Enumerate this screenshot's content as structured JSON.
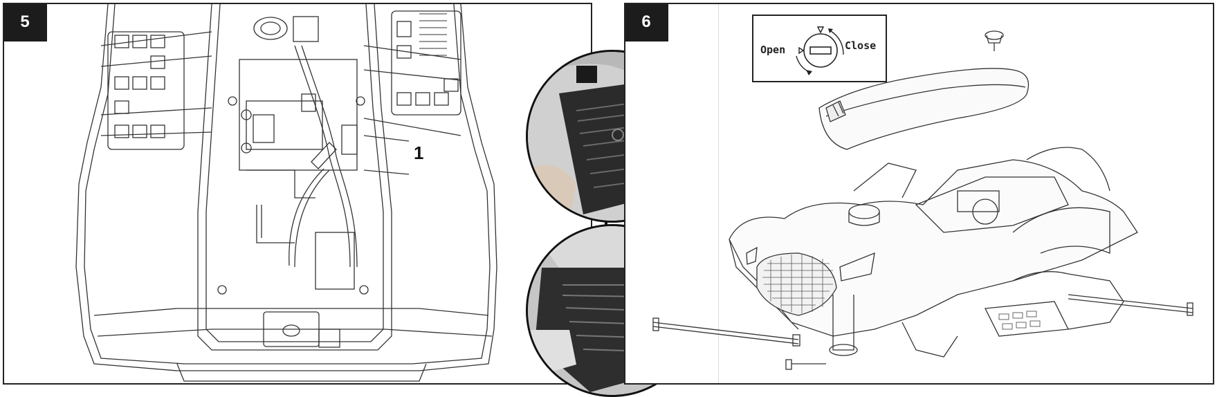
{
  "steps": {
    "left": {
      "number": "5",
      "callout": "1"
    },
    "right": {
      "number": "6",
      "legend": {
        "open_label": "Open",
        "close_label": "Close"
      }
    }
  },
  "colors": {
    "badge": "#1c1c1c",
    "line": "#222222",
    "photo_dark": "#2b2b2b",
    "photo_light": "#bdbdbd"
  }
}
